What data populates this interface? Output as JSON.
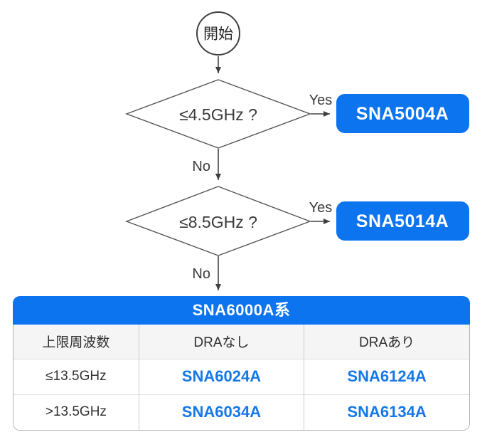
{
  "flowchart": {
    "start_label": "開始",
    "decisions": [
      {
        "question": "≤4.5GHz ?",
        "yes_label": "Yes",
        "no_label": "No",
        "result": "SNA5004A"
      },
      {
        "question": "≤8.5GHz ?",
        "yes_label": "Yes",
        "no_label": "No",
        "result": "SNA5014A"
      }
    ]
  },
  "table": {
    "title": "SNA6000A系",
    "columns": [
      "上限周波数",
      "DRAなし",
      "DRAあり"
    ],
    "rows": [
      {
        "freq": "≤13.5GHz",
        "dra_none": "SNA6024A",
        "dra_yes": "SNA6124A"
      },
      {
        "freq": ">13.5GHz",
        "dra_none": "SNA6034A",
        "dra_yes": "SNA6134A"
      }
    ]
  },
  "colors": {
    "primary_blue": "#0d74f0",
    "link_blue": "#1678e8",
    "outline_gray": "#454545",
    "table_border": "#b5b5b5",
    "header_bg": "#f5f5f6"
  }
}
